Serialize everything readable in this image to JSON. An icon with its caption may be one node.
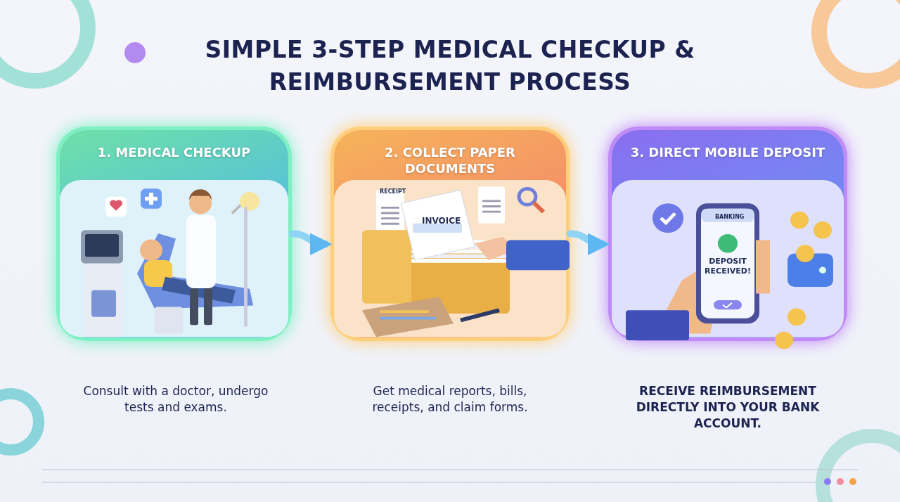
{
  "diagram": {
    "title": "SIMPLE 3-STEP MEDICAL CHECKUP & REIMBURSEMENT PROCESS",
    "nodes": [
      {
        "text": [
          "1. MEDICAL CHECKUP"
        ],
        "beside": [
          "Consult with a doctor, undergo tests and exams."
        ]
      },
      {
        "text": [
          "2. COLLECT PAPER DOCUMENTS"
        ],
        "beside": [
          "Get medical reports, bills, receipts, and claim forms."
        ]
      },
      {
        "text": [
          "3. DIRECT MOBILE DEPOSIT"
        ],
        "beside": [
          "RECEIVE REIMBURSEMENT DIRECTLY INTO YOUR BANK ACCOUNT."
        ]
      }
    ],
    "edges": [
      {
        "from": 0,
        "to": 1,
        "arrow": "to"
      },
      {
        "from": 1,
        "to": 2,
        "arrow": "to"
      }
    ],
    "labels": [
      "RECEIPT",
      "INVOICE",
      "BANKING",
      "DEPOSIT RECEIVED!"
    ]
  }
}
